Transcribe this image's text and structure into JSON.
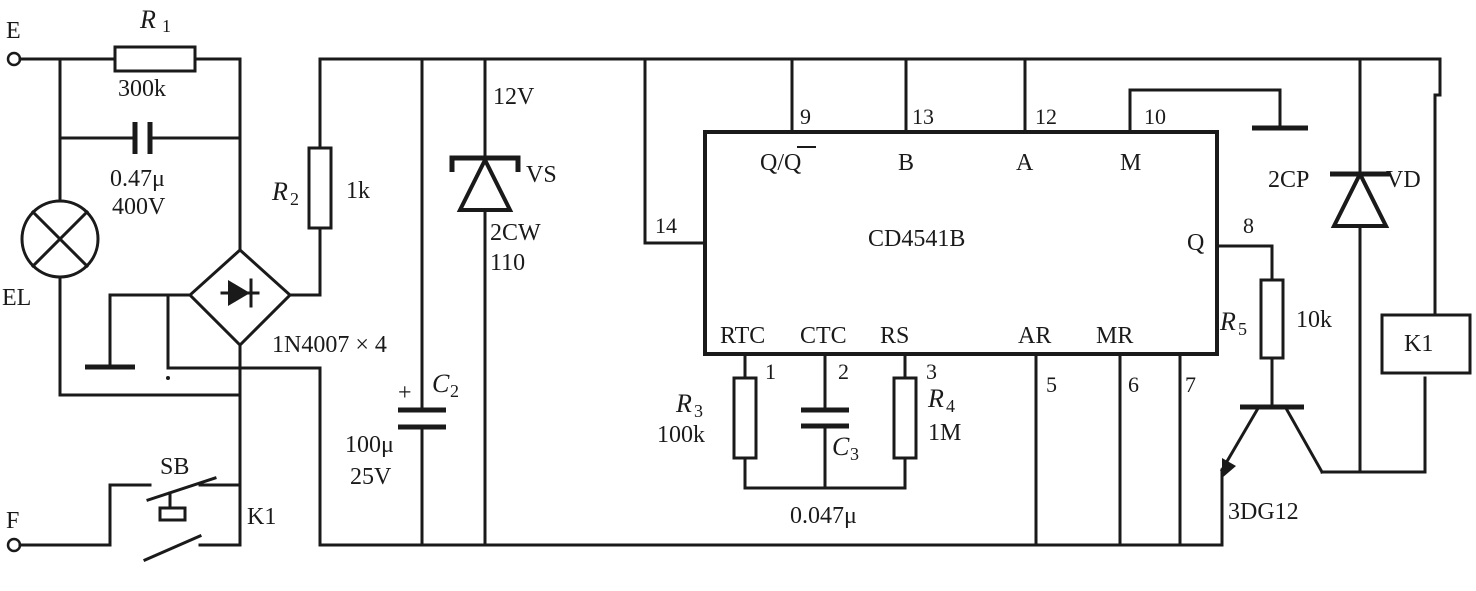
{
  "terminals": {
    "e": "E",
    "f": "F"
  },
  "r1": {
    "name": "R",
    "sub": "1",
    "value": "300k"
  },
  "cap_parallel": {
    "value": "0.47μ",
    "voltage": "400V"
  },
  "lamp": {
    "name": "EL"
  },
  "r2": {
    "name": "R",
    "sub": "2",
    "value": "1k"
  },
  "bridge": {
    "label": "1N4007 × 4"
  },
  "c2": {
    "name": "C",
    "sub": "2",
    "plus": "+",
    "value": "100μ",
    "voltage": "25V"
  },
  "zener": {
    "voltage": "12V",
    "name": "VS",
    "part1": "2CW",
    "part2": "110"
  },
  "switches": {
    "sb": "SB",
    "k1": "K1"
  },
  "ic": {
    "name": "CD4541B",
    "top_pins": [
      {
        "num": "9",
        "label": "Q/Q"
      },
      {
        "num": "13",
        "label": "B"
      },
      {
        "num": "12",
        "label": "A"
      },
      {
        "num": "10",
        "label": "M"
      }
    ],
    "left_pin": {
      "num": "14"
    },
    "right_pin": {
      "num": "8",
      "label": "Q"
    },
    "bottom_pins": [
      {
        "num": "1",
        "label": "RTC"
      },
      {
        "num": "2",
        "label": "CTC"
      },
      {
        "num": "3",
        "label": "RS"
      },
      {
        "num": "5",
        "label": "AR"
      },
      {
        "num": "6",
        "label": "MR"
      },
      {
        "num": "7",
        "label": ""
      }
    ]
  },
  "r3": {
    "name": "R",
    "sub": "3",
    "value": "100k"
  },
  "c3": {
    "name": "C",
    "sub": "3",
    "value": "0.047μ"
  },
  "r4": {
    "name": "R",
    "sub": "4",
    "value": "1M"
  },
  "r5": {
    "name": "R",
    "sub": "5",
    "value": "10k"
  },
  "transistor": {
    "part": "3DG12"
  },
  "diode_vd": {
    "part": "2CP",
    "name": "VD"
  },
  "relay": {
    "name": "K1"
  }
}
